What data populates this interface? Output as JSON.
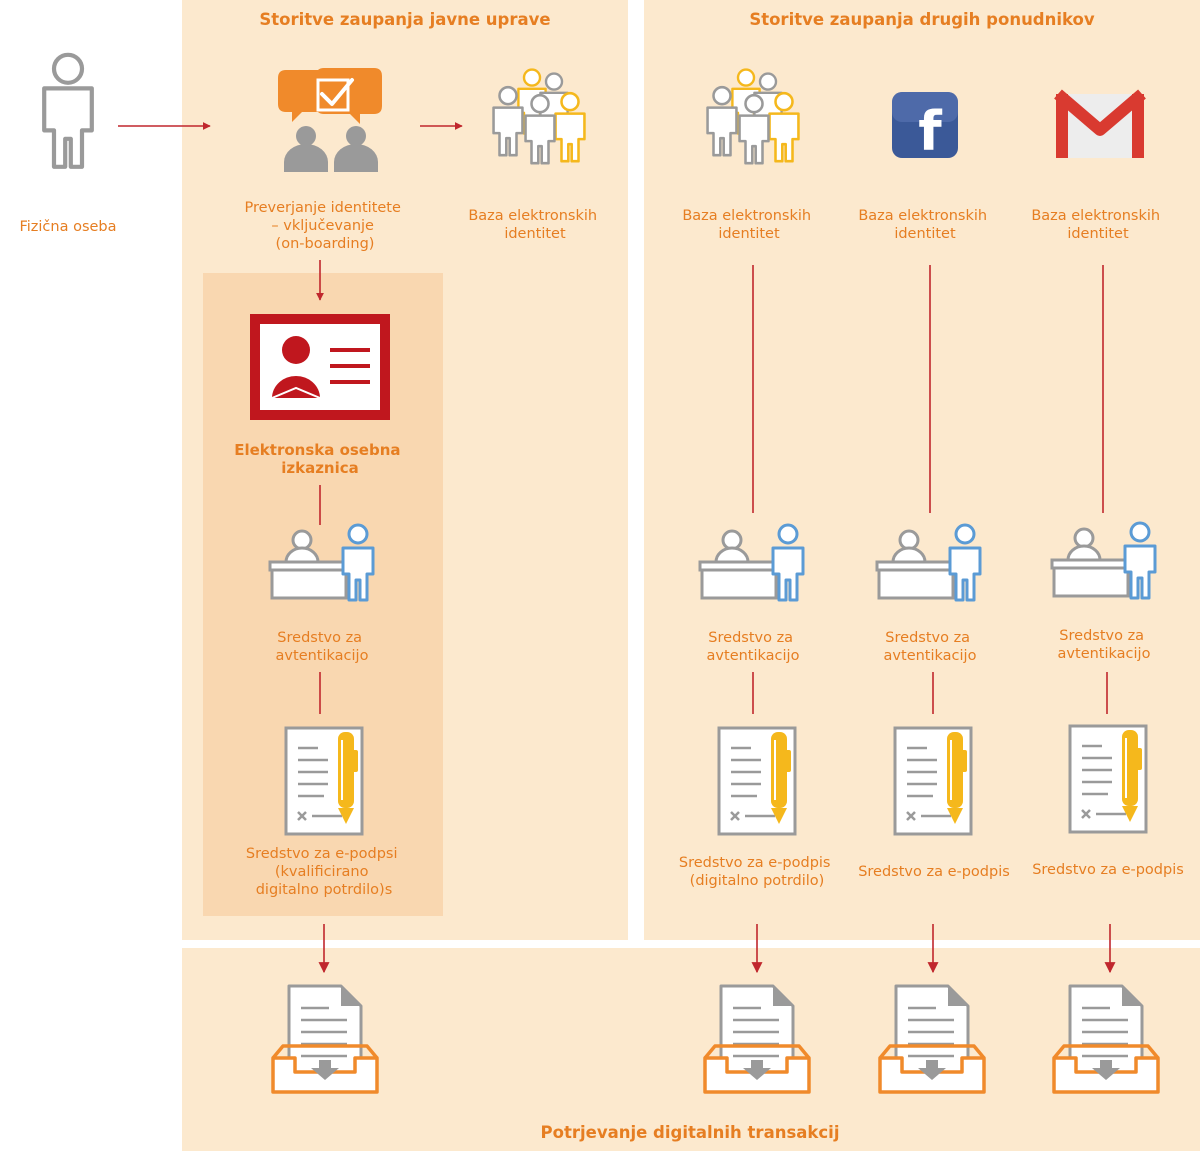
{
  "sections": {
    "public_title": "Storitve zaupanja javne uprave",
    "other_title": "Storitve zaupanja drugih ponudnikov",
    "bottom_title": "Potrjevanje digitalnih transakcij"
  },
  "person": {
    "label": "Fizična oseba"
  },
  "onboarding": {
    "label": [
      "Preverjanje identitete",
      "– vključevanje",
      "(on-boarding)"
    ]
  },
  "identity_db": {
    "label": [
      "Baza elektronskih",
      "identitet"
    ]
  },
  "eid": {
    "label": [
      "Elektronska osebna",
      "izkaznica"
    ]
  },
  "public_auth": {
    "label": [
      "Sredstvo za",
      "avtentikacijo"
    ]
  },
  "public_esig": {
    "label": [
      "Sredstvo za e-podpsi",
      "(kvalificirano",
      "digitalno potrdilo)s"
    ]
  },
  "providers": [
    {
      "icon": "people-group-icon",
      "db_label": [
        "Baza elektronskih",
        "identitet"
      ],
      "auth_label": [
        "Sredstvo za",
        "avtentikacijo"
      ],
      "esig_label": [
        "Sredstvo za e-podpis",
        "(digitalno potrdilo)"
      ]
    },
    {
      "icon": "facebook-icon",
      "logo_text": "f",
      "db_label": [
        "Baza elektronskih",
        "identitet"
      ],
      "auth_label": [
        "Sredstvo za",
        "avtentikacijo"
      ],
      "esig_label": [
        "Sredstvo za e-podpis"
      ]
    },
    {
      "icon": "gmail-icon",
      "db_label": [
        "Baza elektronskih",
        "identitet"
      ],
      "auth_label": [
        "Sredstvo za",
        "avtentikacijo"
      ],
      "esig_label": [
        "Sredstvo za e-podpis"
      ]
    }
  ],
  "colors": {
    "panel": "#FCE9CE",
    "panel_inner": "#F9D7B0",
    "text": "#E67E22",
    "arrow": "#C0272D",
    "red": "#C0171E",
    "orange": "#F08A2B",
    "gold": "#F5B81C",
    "gray": "#9A9A9A",
    "blue": "#5B9BD5",
    "facebook": "#3B5998"
  }
}
